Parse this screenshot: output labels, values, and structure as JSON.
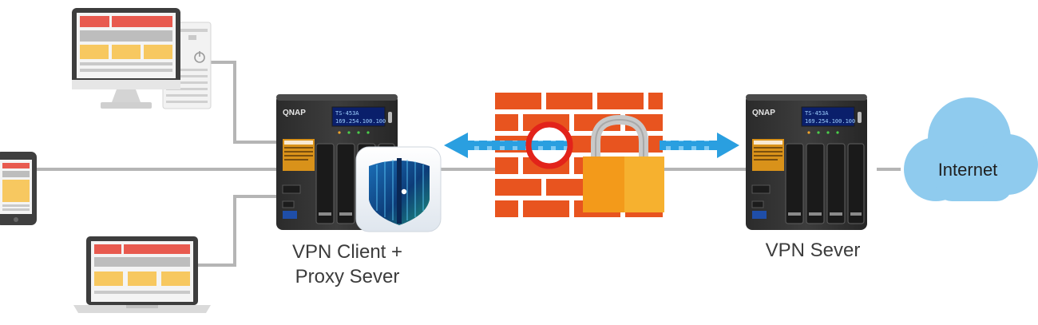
{
  "labels": {
    "client_line1": "VPN Client +",
    "client_line2": "Proxy Sever",
    "server": "VPN Sever",
    "internet": "Internet"
  },
  "nas_client": {
    "brand": "QNAP",
    "lcd_line1": "TS-453A",
    "lcd_line2": "169.254.100.100"
  },
  "nas_server": {
    "brand": "QNAP",
    "lcd_line1": "TS-453A",
    "lcd_line2": "169.254.100.100"
  },
  "icons": [
    "desktop-computer-icon",
    "tablet-icon",
    "laptop-icon",
    "nas-icon",
    "vpn-shield-app-icon",
    "firewall-icon",
    "padlock-icon",
    "blocked-icon",
    "cloud-icon"
  ],
  "colors": {
    "brick": "#e8541f",
    "cable": "#b5b5b5",
    "arrow": "#2a9fe0",
    "cloud": "#8fcbee",
    "lock": "#f6a524",
    "screen_red": "#e85a4f",
    "screen_gray": "#bdbdbd",
    "screen_yellow": "#f7c860"
  }
}
